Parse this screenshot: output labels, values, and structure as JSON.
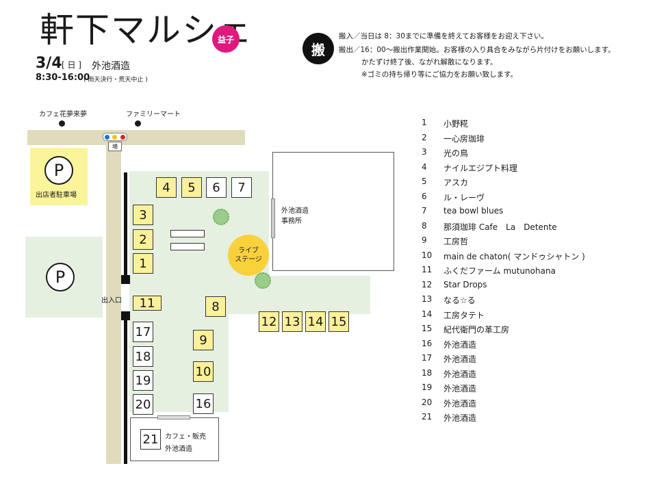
{
  "header": {
    "title": "軒下マルシェ",
    "badge": "益子",
    "date": "3/4",
    "day": "[ 日 ]",
    "venue": "外池酒造",
    "time": "8:30-16:00",
    "time_note": "( 雨天決行・荒天中止 )"
  },
  "notice": {
    "icon_label": "搬",
    "lines": [
      "搬入／当日は 8：30までに準備を終えてお客様をお迎え下さい。",
      "搬出／16：00～搬出作業開始。お客様の入り具合をみながら片付けをお願いします。",
      "かたずけ終了後、ながれ解散になります。",
      "※ゴミの持ち帰り等にご協力をお願い致します。"
    ]
  },
  "map": {
    "landmarks": {
      "cafe": "カフェ花夢来夢",
      "familymart": "ファミリーマート",
      "signal_label": "場",
      "office": "外池酒造\n事務所",
      "entrance": "出入口",
      "exhibitor_parking": "出店者駐車場",
      "parking_symbol": "P",
      "stage_line1": "ライブ",
      "stage_line2": "ステージ",
      "cafe_shop_line1": "カフェ・販売",
      "cafe_shop_line2": "外池酒造"
    },
    "booth_numbers": [
      "1",
      "2",
      "3",
      "4",
      "5",
      "6",
      "7",
      "8",
      "9",
      "10",
      "11",
      "12",
      "13",
      "14",
      "15",
      "16",
      "17",
      "18",
      "19",
      "20",
      "21"
    ],
    "colors": {
      "yellow_booth": "#fbf19a",
      "stage": "#f9d13b",
      "badge": "#e0197e",
      "green_area": "#e6f0e0",
      "road": "#dfdcbd"
    }
  },
  "vendors": [
    {
      "no": "1",
      "name": "小野糀"
    },
    {
      "no": "2",
      "name": "一心房珈琲"
    },
    {
      "no": "3",
      "name": "光の鳥"
    },
    {
      "no": "4",
      "name": "ナイルエジプト料理"
    },
    {
      "no": "5",
      "name": "アスカ"
    },
    {
      "no": "6",
      "name": "ル・レーヴ"
    },
    {
      "no": "7",
      "name": "tea bowl blues"
    },
    {
      "no": "8",
      "name": "那須珈琲 Cafe　La　Detente"
    },
    {
      "no": "9",
      "name": "工房哲"
    },
    {
      "no": "10",
      "name": "main de chaton( マンドゥシャトン )"
    },
    {
      "no": "11",
      "name": "ふくだファーム mutunohana"
    },
    {
      "no": "12",
      "name": "Star Drops"
    },
    {
      "no": "13",
      "name": "なる☆る"
    },
    {
      "no": "14",
      "name": "工房タテト"
    },
    {
      "no": "15",
      "name": "紀代衛門の革工房"
    },
    {
      "no": "16",
      "name": "外池酒造"
    },
    {
      "no": "17",
      "name": "外池酒造"
    },
    {
      "no": "18",
      "name": "外池酒造"
    },
    {
      "no": "19",
      "name": "外池酒造"
    },
    {
      "no": "20",
      "name": "外池酒造"
    },
    {
      "no": "21",
      "name": "外池酒造"
    }
  ]
}
